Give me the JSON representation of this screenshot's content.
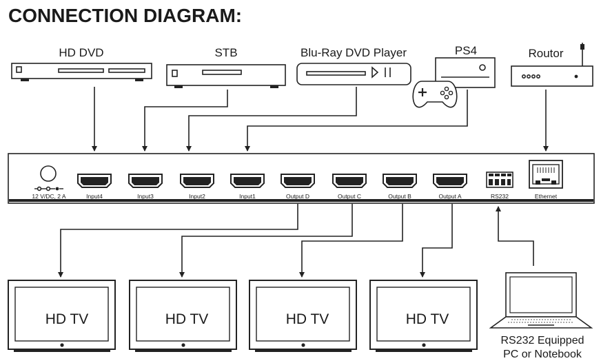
{
  "title": "CONNECTION DIAGRAM:",
  "sources": [
    {
      "id": "hd-dvd",
      "label": "HD DVD"
    },
    {
      "id": "stb",
      "label": "STB"
    },
    {
      "id": "bluray",
      "label": "Blu-Ray DVD Player"
    },
    {
      "id": "ps4",
      "label": "PS4"
    },
    {
      "id": "router",
      "label": "Routor"
    }
  ],
  "matrix": {
    "power_label": "12 V/DC, 2 A",
    "ports": [
      "Input4",
      "Input3",
      "Input2",
      "Input1",
      "Output D",
      "Output C",
      "Output B",
      "Output A",
      "RS232",
      "Ethernet"
    ]
  },
  "displays": [
    {
      "label": "HD TV"
    },
    {
      "label": "HD TV"
    },
    {
      "label": "HD TV"
    },
    {
      "label": "HD TV"
    }
  ],
  "pc": {
    "line1": "RS232 Equipped",
    "line2": "PC or Notebook"
  }
}
